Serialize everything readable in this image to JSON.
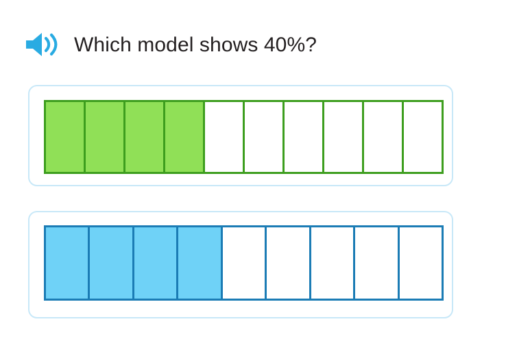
{
  "question": {
    "audio_icon": "speaker-icon",
    "audio_icon_color": "#29abe2",
    "text": "Which model shows 40%?",
    "text_color": "#231f20"
  },
  "options": [
    {
      "id": "option-green",
      "model_name": "green-percent-bar-model",
      "total_cells": 10,
      "filled_cells": 4,
      "percent_shown": "40%",
      "fill_color": "#90e057",
      "stroke_color": "#3d9e1e",
      "card_border_color": "#c8e8f8"
    },
    {
      "id": "option-blue",
      "model_name": "blue-percent-bar-model",
      "total_cells": 9,
      "filled_cells": 4,
      "percent_shown": "44%",
      "fill_color": "#6fd2f7",
      "stroke_color": "#1b7cb5",
      "card_border_color": "#c8e8f8"
    }
  ],
  "page": {
    "background_color": "#ffffff"
  }
}
